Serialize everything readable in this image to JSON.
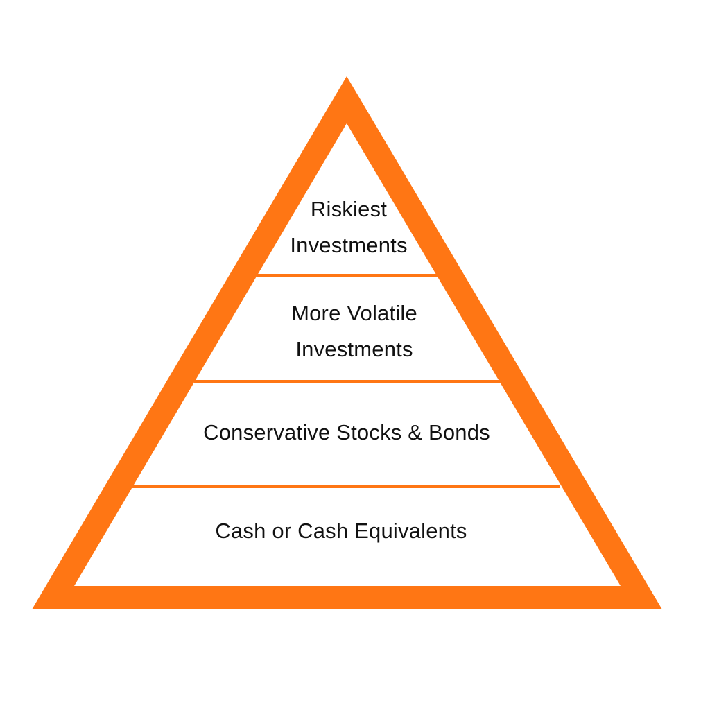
{
  "diagram": {
    "type": "pyramid",
    "colors": {
      "outline": "#FF7614",
      "fill": "#FFFFFF",
      "text": "#111111",
      "background": "#FFFFFF"
    },
    "tiers": [
      {
        "level": 1,
        "position": "top",
        "lines": [
          "Riskiest",
          "Investments"
        ]
      },
      {
        "level": 2,
        "position": "upper-middle",
        "lines": [
          "More Volatile",
          "Investments"
        ]
      },
      {
        "level": 3,
        "position": "lower-middle",
        "lines": [
          "Conservative Stocks & Bonds"
        ]
      },
      {
        "level": 4,
        "position": "base",
        "lines": [
          "Cash or Cash Equivalents"
        ]
      }
    ]
  }
}
